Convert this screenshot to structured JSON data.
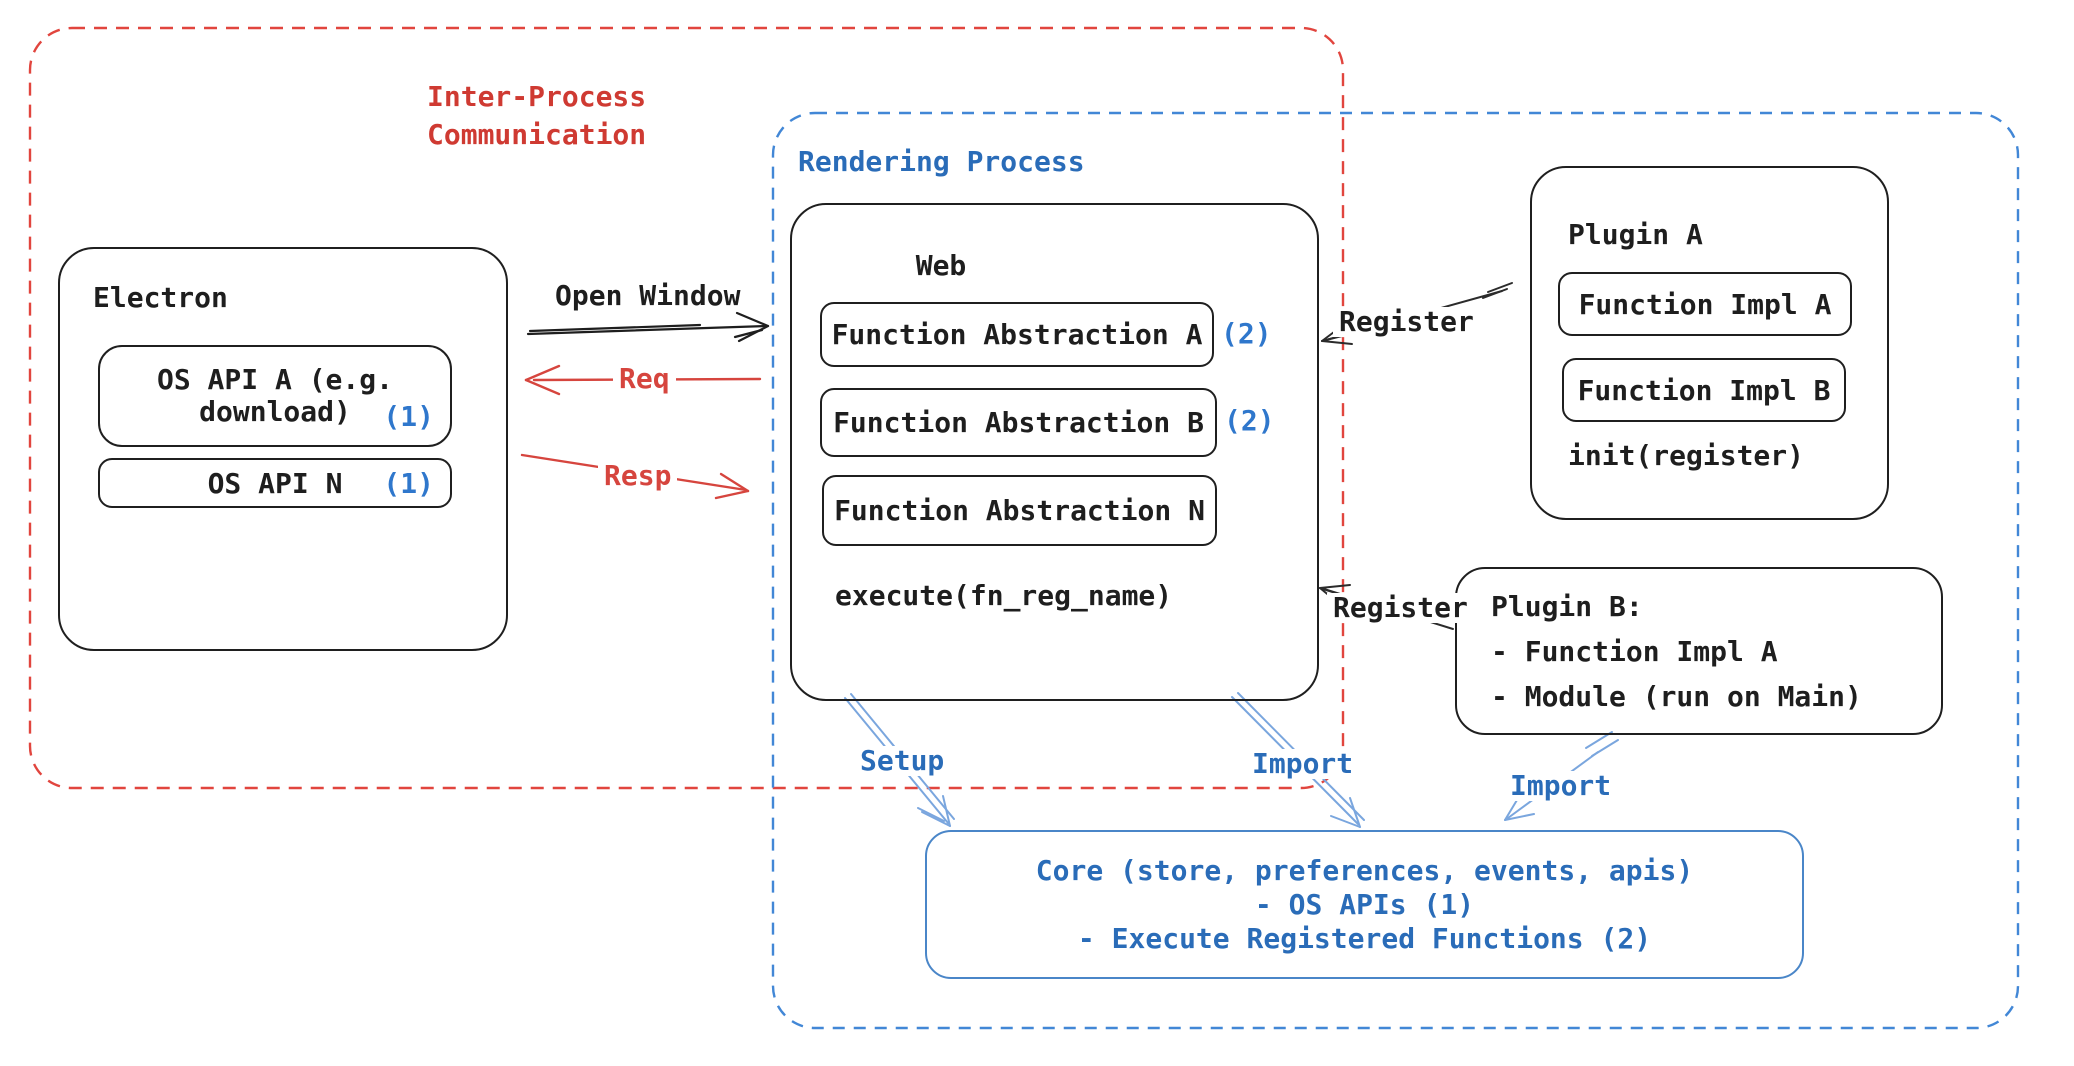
{
  "colors": {
    "black": "#1e1e1e",
    "red_text": "#cf3a32",
    "red_dash": "#e1453e",
    "red_arrow": "#d6453e",
    "blue_text": "#2a6cb8",
    "blue_badge": "#2f77cc",
    "blue_dash": "#4287d6",
    "blue_arrow": "#7aa6de",
    "core_border": "#4a86c8"
  },
  "ipc_group": {
    "line1": "Inter-Process",
    "line2": "Communication"
  },
  "rendering_group": {
    "title": "Rendering Process"
  },
  "electron": {
    "title": "Electron",
    "api_a": {
      "line1": "OS API A (e.g.",
      "line2": "download)",
      "badge": "(1)"
    },
    "api_n": {
      "label": "OS API N",
      "badge": "(1)"
    }
  },
  "web": {
    "title": "Web",
    "fa_a": {
      "label": "Function Abstraction A",
      "badge": "(2)"
    },
    "fa_b": {
      "label": "Function Abstraction B",
      "badge": "(2)"
    },
    "fa_n": {
      "label": "Function Abstraction N"
    },
    "execute": "execute(fn_reg_name)"
  },
  "plugin_a": {
    "title": "Plugin A",
    "impl_a": "Function Impl A",
    "impl_b": "Function Impl B",
    "init": "init(register)"
  },
  "plugin_b": {
    "line1": "Plugin B:",
    "line2": "- Function Impl A",
    "line3": "- Module (run on Main)"
  },
  "core": {
    "line1": "Core (store, preferences, events, apis)",
    "line2": "- OS APIs (1)",
    "line3": "- Execute Registered Functions (2)"
  },
  "arrows": {
    "open_window": "Open Window",
    "req": "Req",
    "resp": "Resp",
    "register_top": "Register",
    "register_bottom": "Register",
    "setup": "Setup",
    "import_web": "Import",
    "import_plugin": "Import"
  }
}
